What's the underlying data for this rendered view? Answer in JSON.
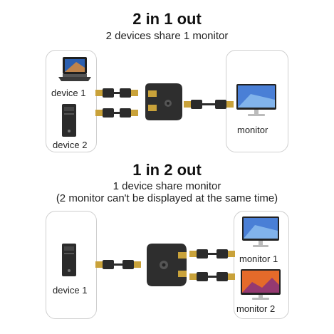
{
  "section1": {
    "title": "2 in 1 out",
    "subtitle": "2 devices share 1 monitor",
    "labels": {
      "device1": "device 1",
      "device2": "device 2",
      "monitor": "monitor"
    }
  },
  "section2": {
    "title": "1 in 2 out",
    "subtitle1": "1 device share monitor",
    "subtitle2": "(2 monitor can't be displayed at the same time)",
    "labels": {
      "device1": "device 1",
      "monitor1": "monitor 1",
      "monitor2": "monitor 2"
    }
  },
  "icons": {
    "laptop": "laptop-icon",
    "pc_tower": "pc-tower-icon",
    "monitor": "monitor-icon",
    "switch": "hdmi-switch-icon",
    "cable": "hdmi-cable-icon"
  },
  "colors": {
    "box_border": "#cfcfcf",
    "device_dark": "#2b2b2b",
    "connector_gold": "#c9a23a",
    "screen_blue": "#4a7fd6",
    "screen_orange": "#e46a2a"
  }
}
